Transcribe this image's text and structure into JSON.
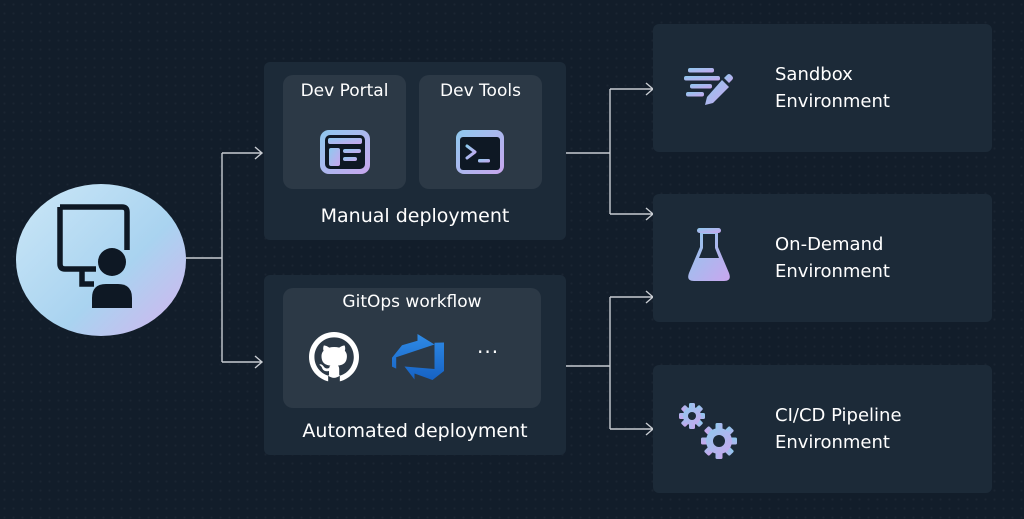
{
  "colors": {
    "background": "#121d2a",
    "panel": "#1c2a38",
    "card": "#2c3946",
    "connector": "#c8ccd2",
    "icon_gradient_start": "#8ec9ee",
    "icon_gradient_end": "#c9a6ee"
  },
  "developer": {
    "icon": "developer-monitor-person-icon"
  },
  "manual": {
    "dev_portal": {
      "title": "Dev Portal",
      "icon": "portal-window-icon"
    },
    "dev_tools": {
      "title": "Dev Tools",
      "icon": "terminal-icon"
    },
    "label": "Manual deployment"
  },
  "automated": {
    "workflow_title": "GitOps workflow",
    "icons": [
      "github-icon",
      "azure-devops-icon"
    ],
    "more": "···",
    "label": "Automated deployment"
  },
  "environments": [
    {
      "icon": "sandbox-lines-pen-icon",
      "line1": "Sandbox",
      "line2": "Environment"
    },
    {
      "icon": "flask-icon",
      "line1": "On-Demand",
      "line2": "Environment"
    },
    {
      "icon": "gears-icon",
      "line1": "CI/CD Pipeline",
      "line2": "Environment"
    }
  ]
}
